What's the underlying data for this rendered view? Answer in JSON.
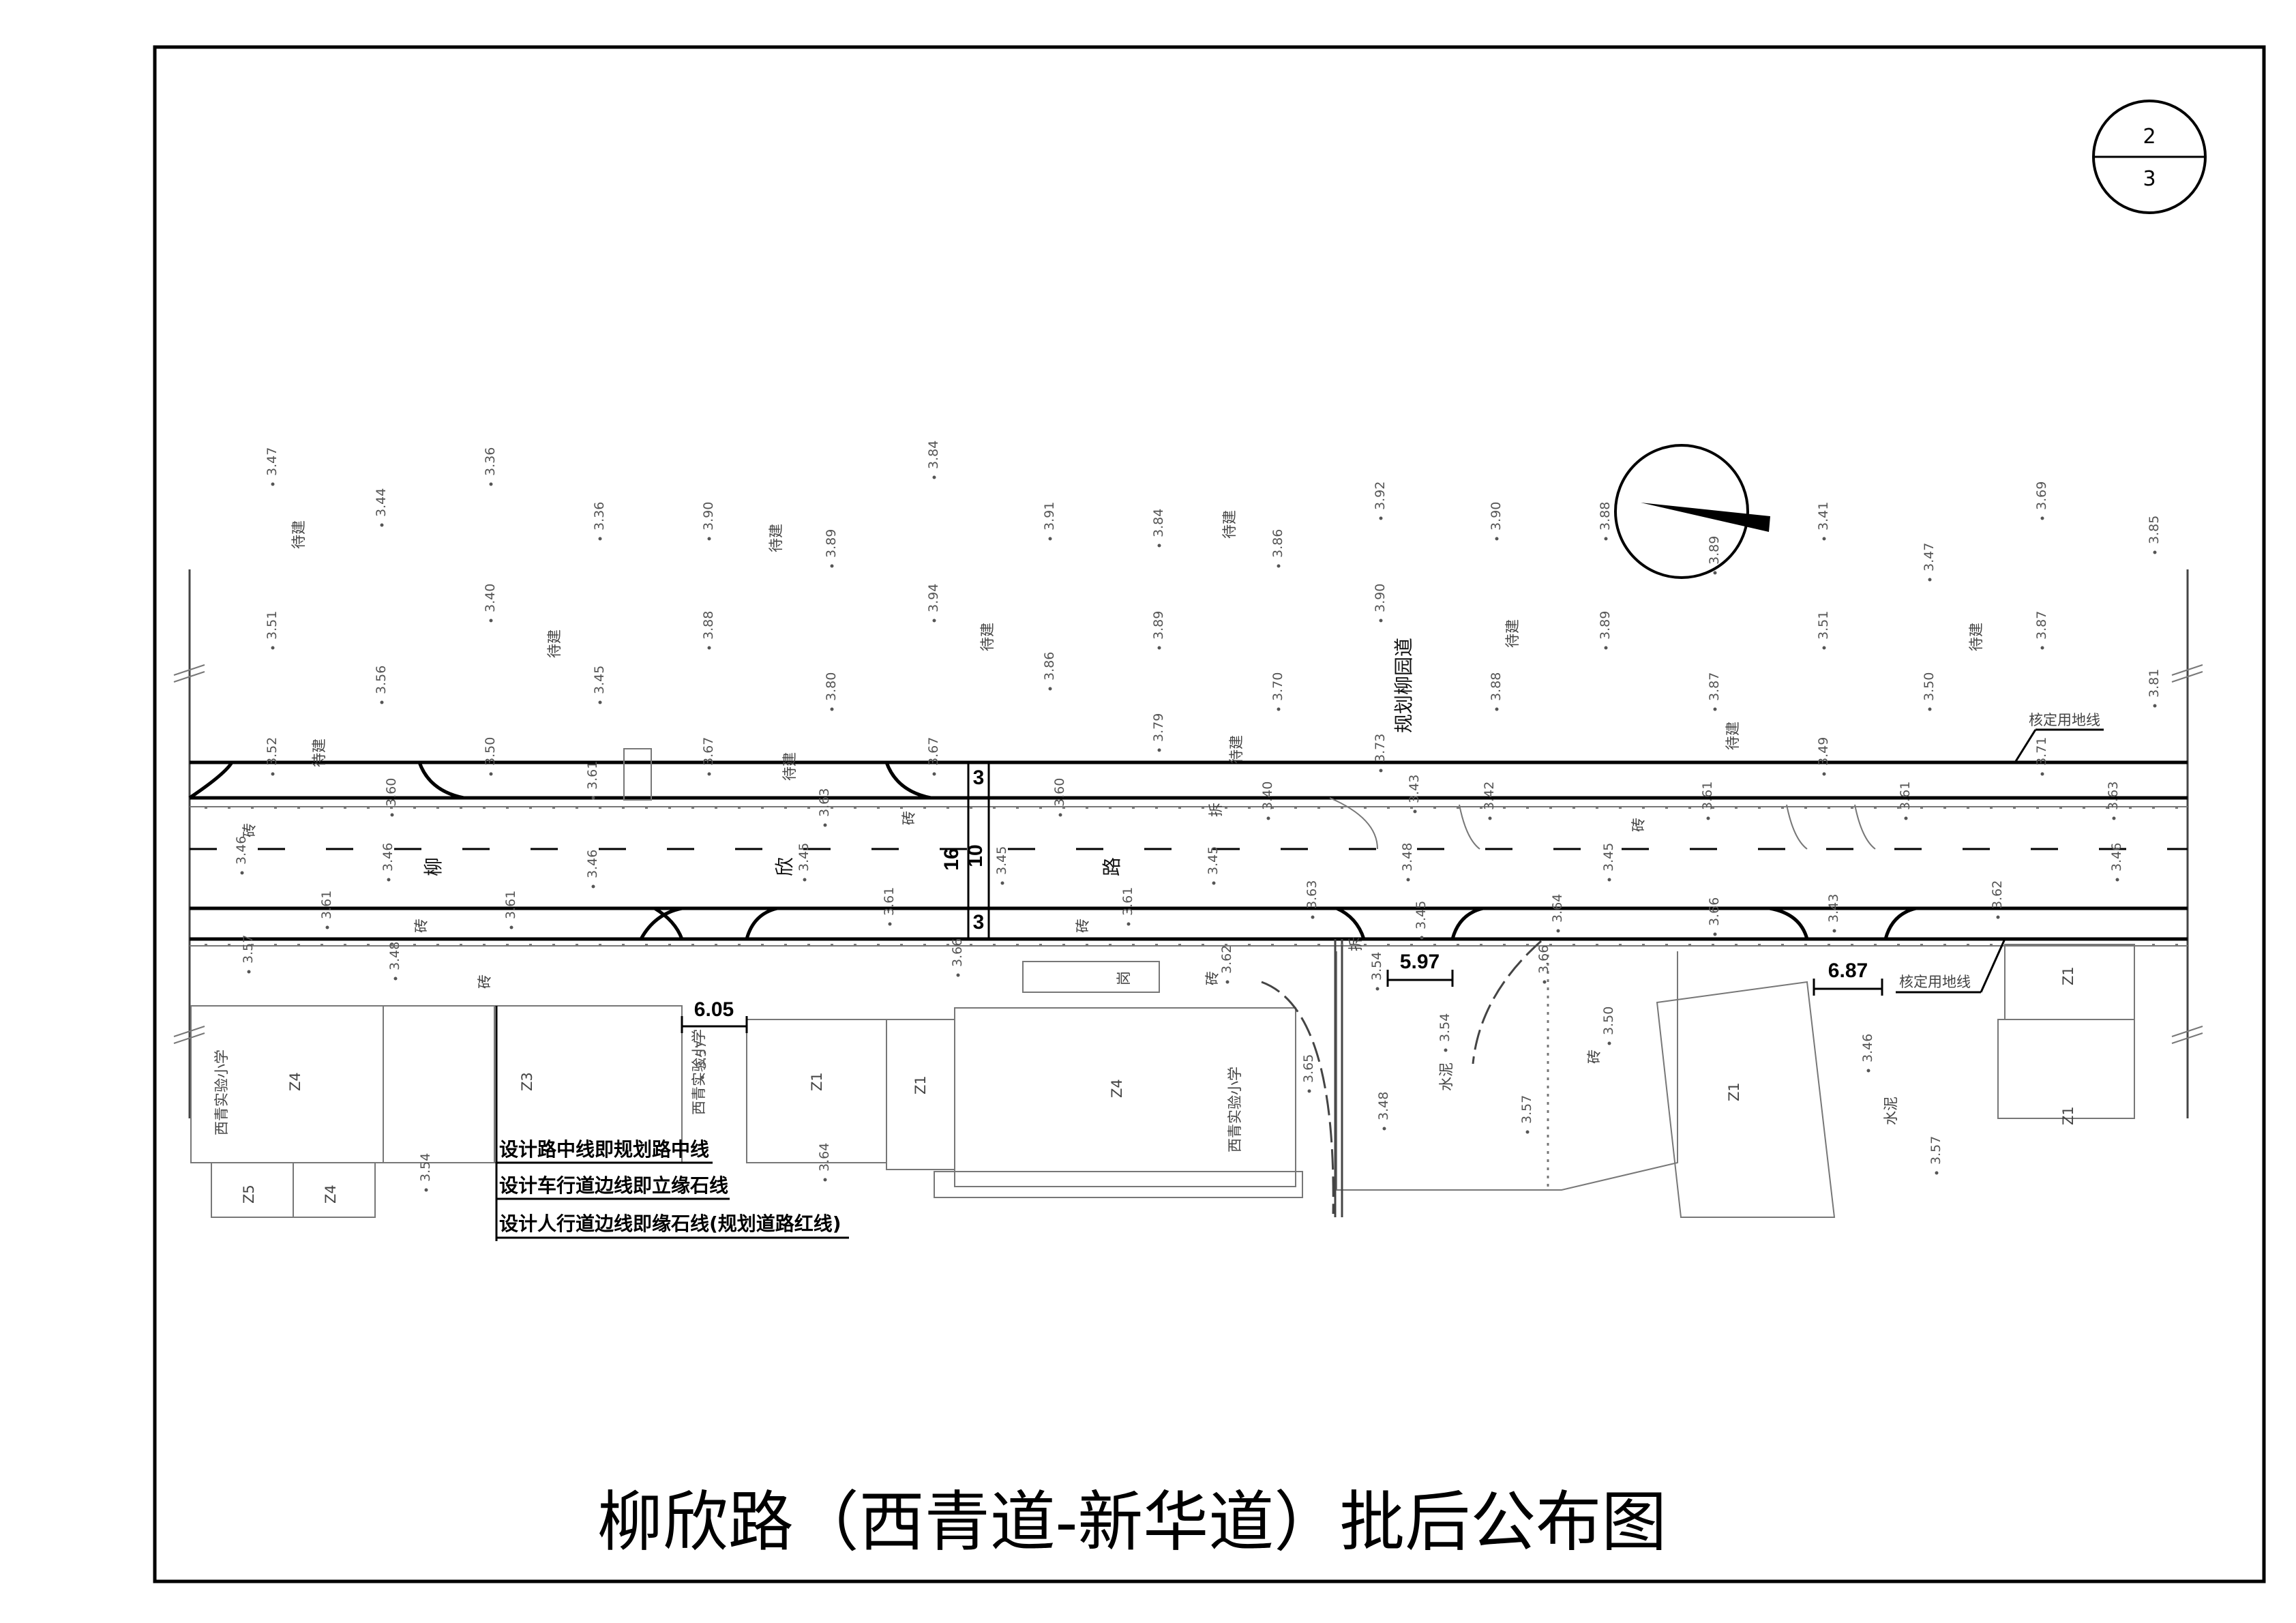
{
  "title": "柳欣路（西青道-新华道）批后公布图",
  "sheet": {
    "number": "2",
    "total": "3"
  },
  "road": {
    "name_chars": [
      "柳",
      "欣",
      "路"
    ],
    "planned_road": "规划柳园道"
  },
  "dimensions": {
    "total_width": "16",
    "lane_width": "10",
    "sidewalk_north": "3",
    "sidewalk_south": "3",
    "setback_a": "6.05",
    "setback_b": "5.97",
    "setback_c": "6.87"
  },
  "callouts": {
    "land_line_north": "核定用地线",
    "land_line_south": "核定用地线"
  },
  "legend": [
    "设计路中线即规划路中线",
    "设计车行道边线即立缘石线",
    "设计人行道边线即缘石线(规划道路红线)"
  ],
  "annotations": {
    "to_build": "待建",
    "brick": "砖",
    "cement": "水泥",
    "school": "西青实验小学",
    "ticket_booth": "岗",
    "demolish": "拆"
  },
  "north_elevations": [
    "3.47",
    "3.44",
    "3.36",
    "3.36",
    "3.90",
    "3.89",
    "3.84",
    "3.91",
    "3.84",
    "3.86",
    "3.92",
    "3.90",
    "3.88",
    "3.89",
    "3.41",
    "3.47",
    "3.69",
    "3.85",
    "3.51",
    "3.56",
    "3.40",
    "3.45",
    "3.88",
    "3.80",
    "3.94",
    "3.86",
    "3.89",
    "3.70",
    "3.90",
    "3.88",
    "3.89",
    "3.87",
    "3.51",
    "3.50",
    "3.87",
    "3.81",
    "3.52",
    "3.50",
    "3.67",
    "3.67",
    "3.79",
    "3.73",
    "3.49",
    "3.71"
  ],
  "road_elevations": [
    "3.60",
    "3.61",
    "3.63",
    "3.60",
    "3.40",
    "3.43",
    "3.42",
    "3.61",
    "3.61",
    "3.63",
    "3.46",
    "3.46",
    "3.46",
    "3.45",
    "3.45",
    "3.45",
    "3.48",
    "3.45",
    "3.46",
    "3.61",
    "3.61",
    "3.61",
    "3.61",
    "3.63",
    "3.45",
    "3.64",
    "3.66",
    "3.43",
    "3.62"
  ],
  "south_elevations": [
    "3.57",
    "3.48",
    "3.57",
    "3.66",
    "3.62",
    "3.54",
    "3.66",
    "3.54",
    "3.65",
    "3.48",
    "3.57",
    "3.50",
    "3.46",
    "3.57",
    "3.54",
    "3.64"
  ],
  "blocks": [
    "Z4",
    "Z3",
    "Z1",
    "Z1",
    "Z4",
    "Z1",
    "Z1",
    "Z1",
    "Z5",
    "Z4"
  ]
}
